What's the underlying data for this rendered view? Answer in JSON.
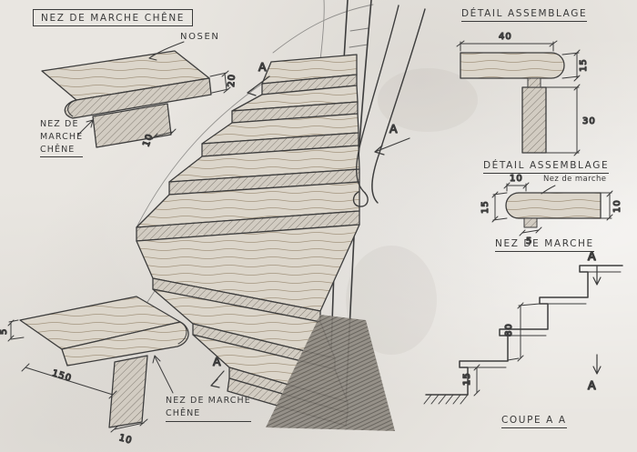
{
  "paper": {
    "background": "#e9e6e1",
    "ink": "#3a3a3a"
  },
  "titles": {
    "box_top_left": "NEZ DE MARCHE CHÊNE",
    "detail_assemblage_top": "DÉTAIL ASSEMBLAGE",
    "detail_assemblage_mid": "DÉTAIL ASSEMBLAGE",
    "nez_de_marche_mid": "NEZ DE MARCHE",
    "coupe_aa": "COUPE A A"
  },
  "labels": {
    "nosen": "NOSEN",
    "nez_de_marche_small": "Nez de marche",
    "caption_top_left": [
      "NEZ DE",
      "MARCHE",
      "CHÊNE"
    ],
    "caption_bottom_left": [
      "NEZ DE MARCHE",
      "CHÊNE"
    ],
    "section_marker": "A"
  },
  "dimensions": {
    "topleft_nose_height": "20",
    "topleft_riser_thickness": "10",
    "topright_width": "40",
    "topright_nose": "15",
    "topright_height": "30",
    "midright_nose_width": "10",
    "midright_thickness": "15",
    "midright_end": "10",
    "midright_tongue": "5",
    "bottomright_first": "15",
    "bottomright_rise": "80",
    "bottomleft_thickness": "5",
    "bottomleft_length": "150",
    "bottomleft_nose": "10"
  }
}
